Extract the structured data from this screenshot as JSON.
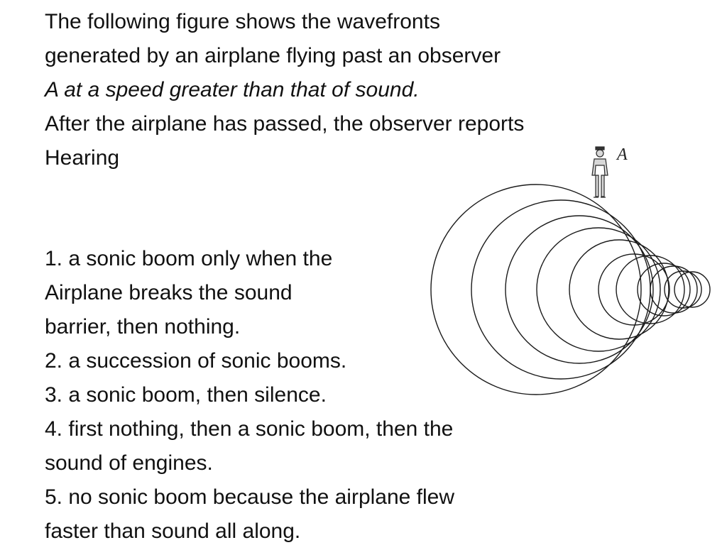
{
  "question": {
    "line1": "The following figure shows the wavefronts",
    "line2": "generated by an airplane flying past an observer",
    "line3": "A at a speed greater than that of sound.",
    "line4": "After the airplane has passed, the observer reports",
    "line5": "Hearing"
  },
  "options": {
    "o1a": "1. a sonic boom only when the",
    "o1b": "Airplane breaks the sound",
    "o1c": "barrier, then nothing.",
    "o2": "2. a succession of sonic booms.",
    "o3": "3. a sonic boom, then silence.",
    "o4a": "4. first nothing, then a sonic boom, then the",
    "o4b": "sound of engines.",
    "o5a": "5. no sonic boom because the airplane flew",
    "o5b": "faster than sound all along."
  },
  "figure": {
    "observer_label": "A"
  }
}
